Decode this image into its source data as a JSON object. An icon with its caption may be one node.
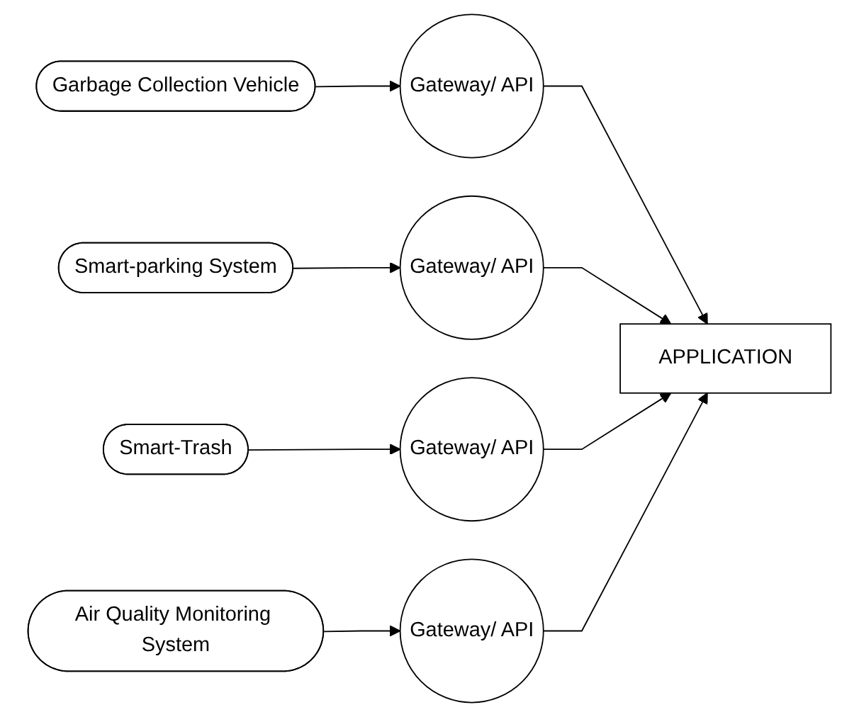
{
  "diagram": {
    "nodes": [
      {
        "text": [
          "Garbage Collection Vehicle"
        ]
      },
      {
        "text": [
          "Gateway/ API"
        ]
      },
      {
        "text": [
          "Smart-parking System"
        ]
      },
      {
        "text": [
          "Gateway/ API"
        ]
      },
      {
        "text": [
          "Smart-Trash"
        ]
      },
      {
        "text": [
          "Gateway/ API"
        ]
      },
      {
        "text": [
          "Air Quality Monitoring System"
        ]
      },
      {
        "text": [
          "Gateway/ API"
        ]
      },
      {
        "text": [
          "APPLICATION"
        ]
      }
    ],
    "edges": [
      {
        "from": 0,
        "to": 1,
        "arrow": "to"
      },
      {
        "from": 2,
        "to": 3,
        "arrow": "to"
      },
      {
        "from": 4,
        "to": 5,
        "arrow": "to"
      },
      {
        "from": 6,
        "to": 7,
        "arrow": "to"
      },
      {
        "from": 1,
        "to": 8,
        "arrow": "to"
      },
      {
        "from": 3,
        "to": 8,
        "arrow": "to"
      },
      {
        "from": 5,
        "to": 8,
        "arrow": "to"
      },
      {
        "from": 7,
        "to": 8,
        "arrow": "to"
      }
    ]
  }
}
